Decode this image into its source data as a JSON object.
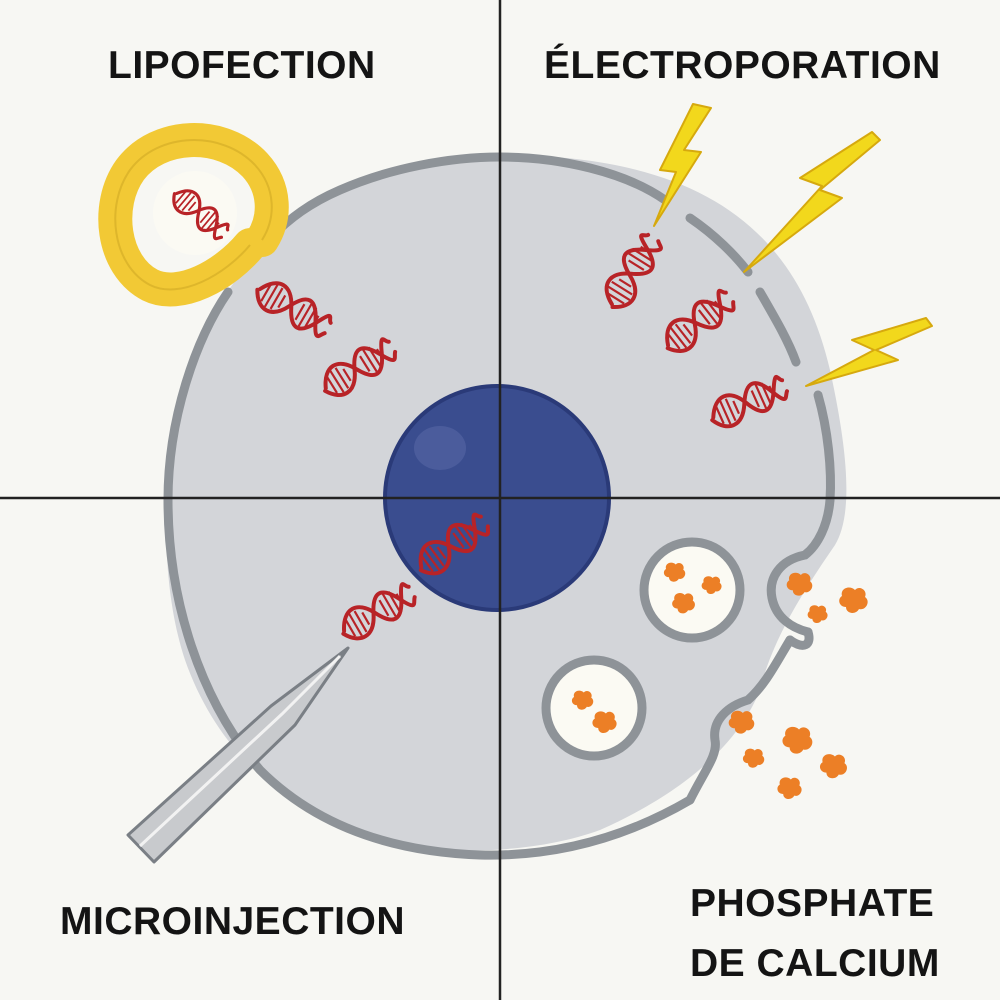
{
  "quadrants": {
    "top_left": {
      "title": "LIPOFECTION"
    },
    "top_right": {
      "title": "ÉLECTROPORATION"
    },
    "bottom_left": {
      "title": "MICROINJECTION"
    },
    "bottom_right": {
      "title_line1": "PHOSPHATE",
      "title_line2": "DE CALCIUM"
    }
  },
  "colors": {
    "background": "#f7f7f3",
    "cytoplasm": "#d3d5d9",
    "membrane": "#8e9398",
    "nucleus": "#3a4d8f",
    "dna": "#b82327",
    "liposome": "#f2c935",
    "lightning": "#f2d81c",
    "calcium_precipitate": "#ec7f26",
    "divider": "#222222"
  },
  "icons": {
    "lipofection": "liposome-icon",
    "electroporation": "lightning-bolt-icon",
    "microinjection": "needle-icon",
    "calcium": "precipitate-cluster-icon",
    "dna": "dna-helix-icon"
  }
}
